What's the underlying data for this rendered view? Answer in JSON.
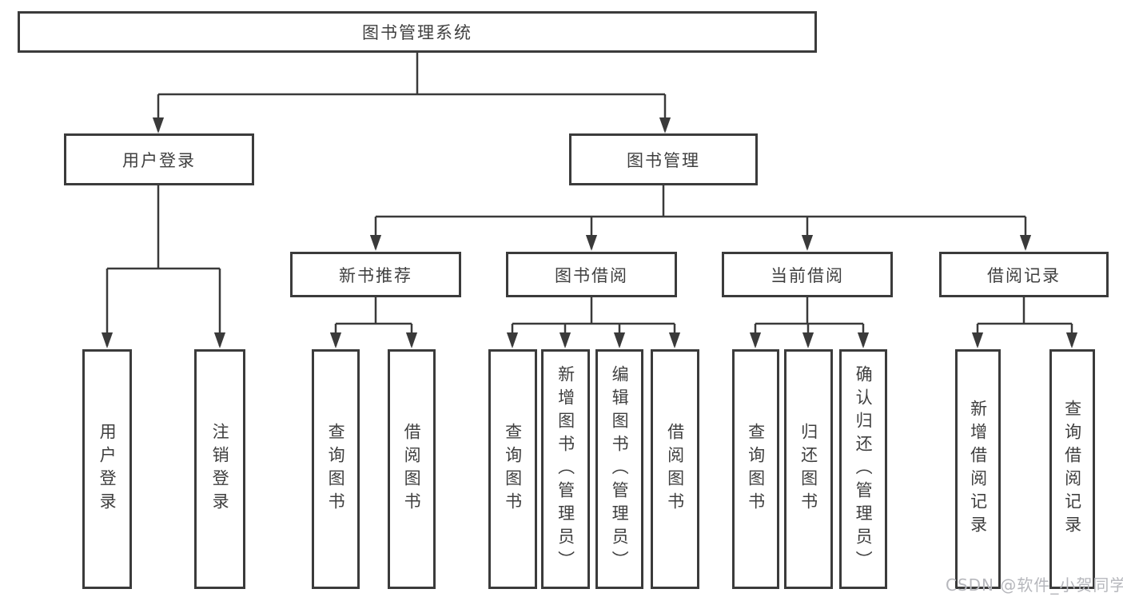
{
  "watermark": "CSDN @软件_小贺同学",
  "tree": {
    "root": {
      "label": "图书管理系统"
    },
    "branches": [
      {
        "label": "用户登录",
        "children": [
          {
            "label": "用户登录"
          },
          {
            "label": "注销登录"
          }
        ]
      },
      {
        "label": "图书管理",
        "children": [
          {
            "label": "新书推荐",
            "children": [
              {
                "label": "查询图书"
              },
              {
                "label": "借阅图书"
              }
            ]
          },
          {
            "label": "图书借阅",
            "children": [
              {
                "label": "查询图书"
              },
              {
                "label": "新增图书（管理员）"
              },
              {
                "label": "编辑图书（管理员）"
              },
              {
                "label": "借阅图书"
              }
            ]
          },
          {
            "label": "当前借阅",
            "children": [
              {
                "label": "查询图书"
              },
              {
                "label": "归还图书"
              },
              {
                "label": "确认归还（管理员）"
              }
            ]
          },
          {
            "label": "借阅记录",
            "children": [
              {
                "label": "新增借阅记录"
              },
              {
                "label": "查询借阅记录"
              }
            ]
          }
        ]
      }
    ]
  },
  "colors": {
    "line": "#3a3a3a",
    "border": "#3b3b3b",
    "text": "#3f3f3f",
    "watermark": "#b6b7bc"
  }
}
